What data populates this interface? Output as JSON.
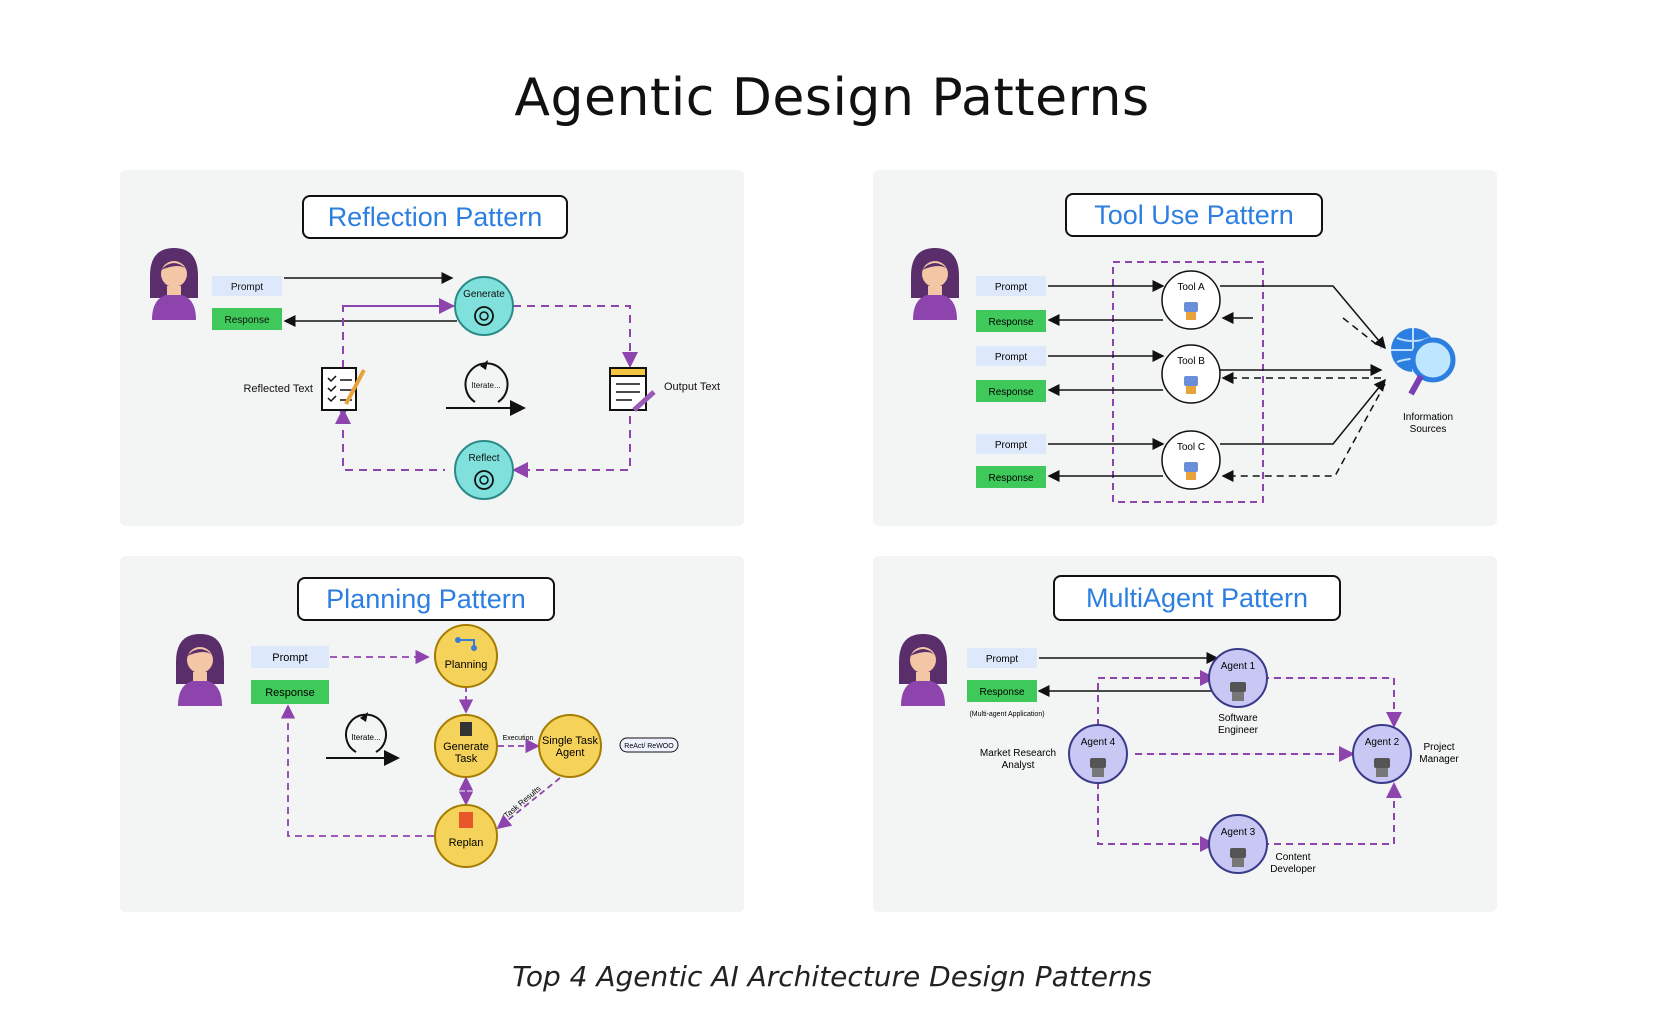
{
  "page": {
    "title": "Agentic Design Patterns",
    "caption": "Top 4 Agentic AI Architecture Design Patterns"
  },
  "colors": {
    "accent_purple": "#8e44ad",
    "prompt_fill": "#dde8fb",
    "response_fill": "#3fc95a",
    "node_teal": "#7fe0dc",
    "node_yellow": "#f5d35a",
    "node_lavender": "#c9c8f4",
    "title_blue": "#2c7fe0",
    "panel_bg": "#f3f4f4"
  },
  "reflection": {
    "title": "Reflection Pattern",
    "prompt": "Prompt",
    "response": "Response",
    "generate": "Generate",
    "reflect": "Reflect",
    "iterate": "Iterate...",
    "reflected_text": "Reflected Text",
    "output_text": "Output Text"
  },
  "tool_use": {
    "title": "Tool Use Pattern",
    "rows": [
      {
        "prompt": "Prompt",
        "response": "Response",
        "tool": "Tool A"
      },
      {
        "prompt": "Prompt",
        "response": "Response",
        "tool": "Tool B"
      },
      {
        "prompt": "Prompt",
        "response": "Response",
        "tool": "Tool C"
      }
    ],
    "info_sources_line1": "Information",
    "info_sources_line2": "Sources"
  },
  "planning": {
    "title": "Planning Pattern",
    "prompt": "Prompt",
    "response": "Response",
    "planning": "Planning",
    "generate_task_line1": "Generate",
    "generate_task_line2": "Task",
    "single_task_line1": "Single Task",
    "single_task_line2": "Agent",
    "replan": "Replan",
    "iterate": "Iterate...",
    "execution": "Execution",
    "task_results": "Task Results",
    "react_badge": "ReAct/ ReWOO"
  },
  "multi_agent": {
    "title": "MultiAgent Pattern",
    "prompt": "Prompt",
    "response": "Response",
    "app_note": "(Multi-agent Application)",
    "agent1": "Agent 1",
    "agent1_role_line1": "Software",
    "agent1_role_line2": "Engineer",
    "agent2": "Agent 2",
    "agent2_role_line1": "Project",
    "agent2_role_line2": "Manager",
    "agent3": "Agent 3",
    "agent3_role_line1": "Content",
    "agent3_role_line2": "Developer",
    "agent4": "Agent 4",
    "agent4_role_line1": "Market Research",
    "agent4_role_line2": "Analyst"
  }
}
